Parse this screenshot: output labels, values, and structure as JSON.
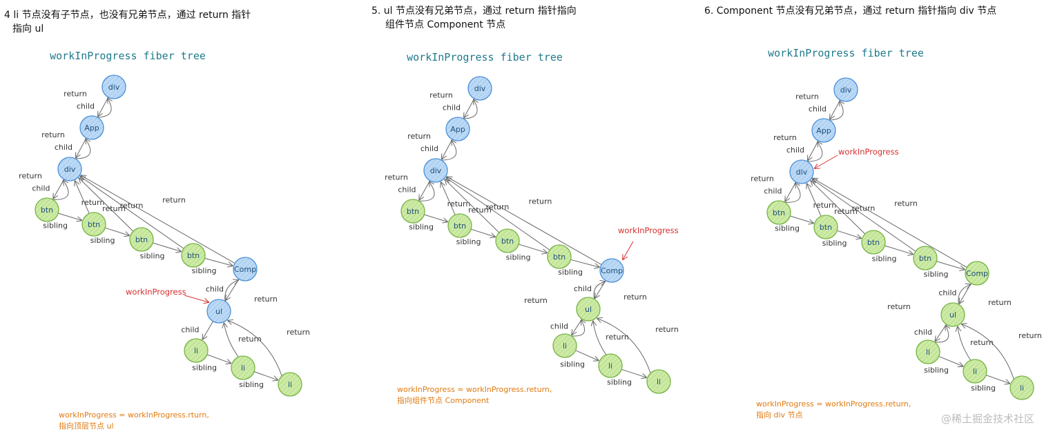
{
  "panels": [
    {
      "heading_lines": [
        "4 li 节点没有子节点，也没有兄弟节点，通过 return 指针",
        "指向 ul"
      ],
      "tree_title": "workInProgress fiber tree",
      "wip_label": "workInProgress",
      "formula_lines": [
        "workInProgress = workInProgress.rturn,",
        "指向顶层节点 ul"
      ]
    },
    {
      "heading_lines": [
        "5. ul 节点没有兄弟节点，通过 return 指针指向",
        "组件节点 Component 节点"
      ],
      "tree_title": "workInProgress fiber tree",
      "wip_label": "workInProgress",
      "formula_lines": [
        "workInProgress = workInProgress.return,",
        "指向组件节点 Component"
      ]
    },
    {
      "heading_lines": [
        "6.  Component 节点没有兄弟节点，通过 return 指针指向 div 节点"
      ],
      "tree_title": "workInProgress fiber tree",
      "wip_label": "workInProgress",
      "formula_lines": [
        "workInProgress = workInProgress.return,",
        "指向 div 节点"
      ]
    }
  ],
  "nodes": [
    {
      "id": "div1",
      "label": "div",
      "color": "blue"
    },
    {
      "id": "app",
      "label": "App",
      "color": "blue"
    },
    {
      "id": "div2",
      "label": "div",
      "color": "blue"
    },
    {
      "id": "btn1",
      "label": "btn",
      "color": "green"
    },
    {
      "id": "btn2",
      "label": "btn",
      "color": "green"
    },
    {
      "id": "btn3",
      "label": "btn",
      "color": "green"
    },
    {
      "id": "btn4",
      "label": "btn",
      "color": "green"
    },
    {
      "id": "comp",
      "label": "Comp",
      "color": "blue"
    },
    {
      "id": "ul",
      "label": "ul",
      "color": "blue"
    },
    {
      "id": "li1",
      "label": "li",
      "color": "green"
    },
    {
      "id": "li2",
      "label": "li",
      "color": "green"
    },
    {
      "id": "li3",
      "label": "li",
      "color": "green"
    }
  ],
  "panel_node_colors": [
    {},
    {
      "ul": "green"
    },
    {
      "ul": "green",
      "comp": "green"
    }
  ],
  "edge_labels": {
    "return": "return",
    "child": "child",
    "sibling": "sibling"
  },
  "colors": {
    "blue_fill": "#bcd9f5",
    "blue_stroke": "#4a8fd8",
    "green_fill": "#cdeaa7",
    "green_stroke": "#74b342",
    "wip": "#d62f2f",
    "formula": "#e07a10",
    "title": "#1f7a8c"
  },
  "watermark": "@稀土掘金技术社区"
}
